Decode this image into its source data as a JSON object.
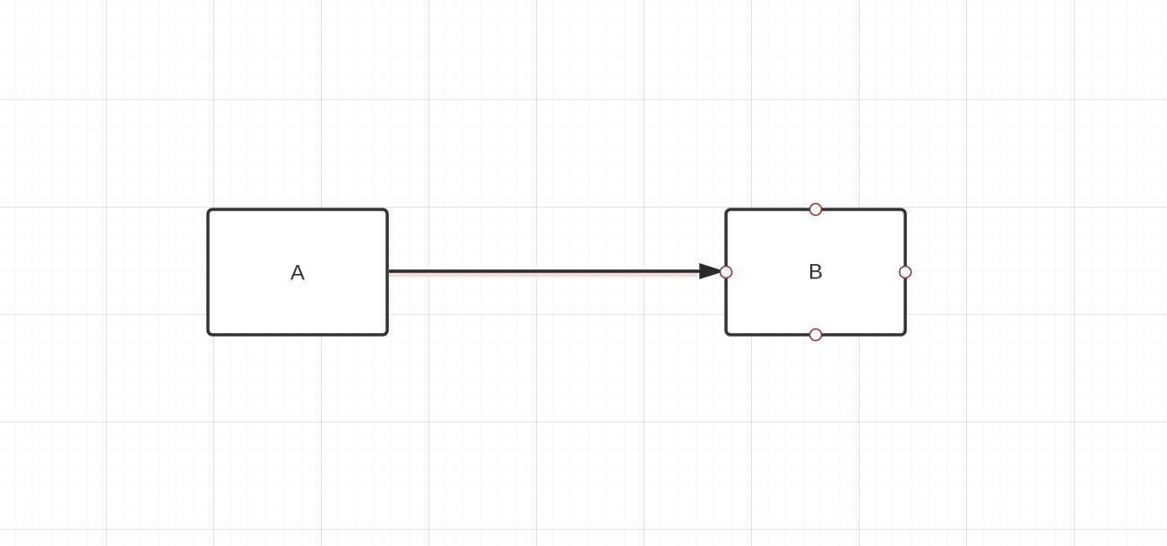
{
  "canvas": {
    "background": "#ffffff",
    "grid": true,
    "minor_grid_color": "#f0f0f0",
    "major_grid_color": "#e4e4e4"
  },
  "nodes": [
    {
      "id": "A",
      "label": "A",
      "selected": false
    },
    {
      "id": "B",
      "label": "B",
      "selected": true
    }
  ],
  "edges": [
    {
      "from": "A",
      "to": "B",
      "selected": true,
      "arrowhead": "filled-triangle"
    }
  ],
  "colors": {
    "node_border": "#333333",
    "node_fill": "#ffffff",
    "edge": "#2b2b2b",
    "edge_highlight": "#f0dcdc",
    "handle_stroke": "#8b3a3a",
    "handle_fill": "#ffffff"
  },
  "icons": {
    "connection_handle": "hollow-circle"
  }
}
